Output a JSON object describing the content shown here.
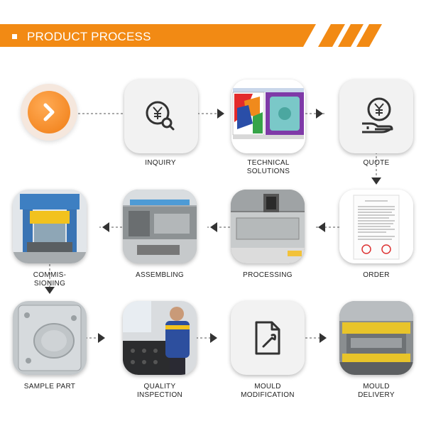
{
  "header": {
    "title": "PRODUCT PROCESS",
    "accent_color": "#f28a14"
  },
  "steps": [
    {
      "label": "INQUIRY",
      "icon": "yen-search-icon"
    },
    {
      "label": "TECHNICAL\nSOLUTIONS",
      "icon": "cad-screen-photo"
    },
    {
      "label": "QUOTE",
      "icon": "yen-hand-icon"
    },
    {
      "label": "ORDER",
      "icon": "document-photo"
    },
    {
      "label": "PROCESSING",
      "icon": "machine-photo"
    },
    {
      "label": "ASSEMBLING",
      "icon": "mould-assembly-photo"
    },
    {
      "label": "COMMIS-\nSIONING",
      "icon": "press-machine-photo"
    },
    {
      "label": "SAMPLE PART",
      "icon": "metal-part-photo"
    },
    {
      "label": "QUALITY\nINSPECTION",
      "icon": "inspector-photo"
    },
    {
      "label": "MOULD\nMODIFICATION",
      "icon": "document-wrench-icon"
    },
    {
      "label": "MOULD\nDELIVERY",
      "icon": "mould-delivery-photo"
    }
  ]
}
